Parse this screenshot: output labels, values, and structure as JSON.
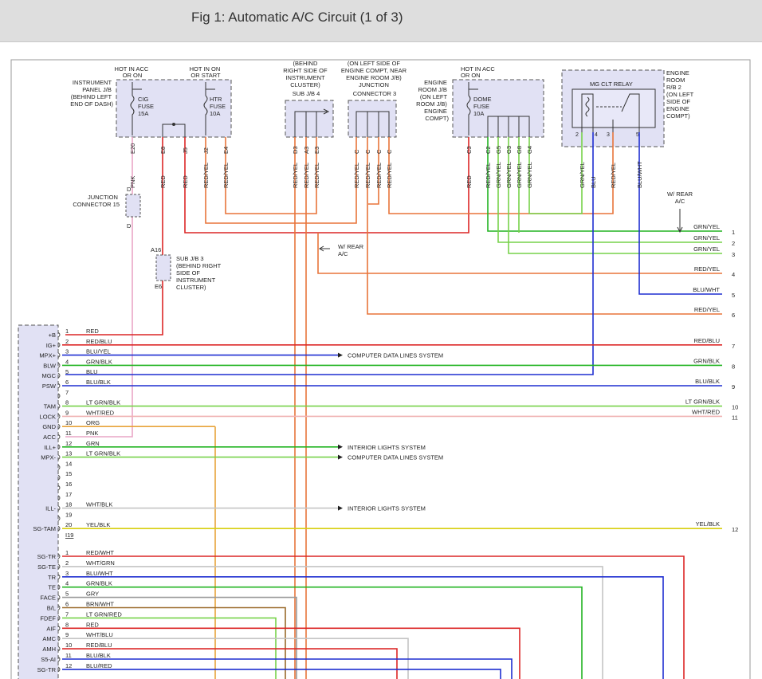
{
  "header": {
    "title": "Fig 1: Automatic A/C Circuit (1 of 3)"
  },
  "colors": {
    "RED": "#dc2626",
    "PNK": "#e9a6c6",
    "ORG": "#e8a33a",
    "GRN": "#22b422",
    "BLU": "#1f2fd1",
    "YEL": "#d8cf10",
    "WHT": "#c4c4c4",
    "GRY": "#9a9a9a",
    "BRN": "#9a6b2b",
    "LTGRN": "#77d24a",
    "BLK": "#1e1e1e",
    "PANEL": "#e1e1f4"
  },
  "top_components": {
    "instrument_panel_jb": [
      "INSTRUMENT",
      "PANEL J/B",
      "(BEHIND LEFT",
      "END OF DASH)"
    ],
    "hot_acc": [
      "HOT IN ACC",
      "OR ON"
    ],
    "hot_start": [
      "HOT IN ON",
      "OR START"
    ],
    "cig_fuse": [
      "CIG",
      "FUSE",
      "15A"
    ],
    "htr_fuse": [
      "HTR",
      "FUSE",
      "10A"
    ],
    "subjb4": [
      "(BEHIND",
      "RIGHT SIDE OF",
      "INSTRUMENT",
      "CLUSTER)",
      "SUB J/B 4"
    ],
    "jc3": [
      "(ON LEFT SIDE OF",
      "ENGINE COMPT, NEAR",
      "ENGINE ROOM J/B)",
      "JUNCTION",
      "CONNECTOR 3"
    ],
    "erjb": [
      "ENGINE",
      "ROOM J/B",
      "(ON LEFT",
      "ROOM J/B)",
      "ENGINE",
      "COMPT)"
    ],
    "hot_acc2": [
      "HOT IN ACC",
      "OR ON"
    ],
    "dome_fuse": [
      "DOME",
      "FUSE",
      "10A"
    ],
    "relay_title": "MG CLT RELAY",
    "rb2": [
      "ENGINE",
      "ROOM",
      "R/B 2",
      "(ON LEFT",
      "SIDE OF",
      "ENGINE",
      "COMPT)"
    ],
    "relay_pins": [
      "2",
      "4",
      "3",
      "5"
    ]
  },
  "pins": [
    {
      "label": "E20",
      "color": "PNK"
    },
    {
      "label": "E8",
      "color": "RED"
    },
    {
      "label": "J5",
      "color": "RED"
    },
    {
      "label": "J2",
      "color": "RED/YEL"
    },
    {
      "label": "E4",
      "color": "RED/YEL"
    },
    {
      "label": "D3",
      "color": "RED/YEL"
    },
    {
      "label": "A3",
      "color": "RED/YEL"
    },
    {
      "label": "E3",
      "color": "RED/YEL"
    },
    {
      "label": "C",
      "color": "RED/YEL"
    },
    {
      "label": "C",
      "color": "RED/YEL"
    },
    {
      "label": "C",
      "color": "RED/YEL"
    },
    {
      "label": "C",
      "color": "RED/YEL"
    },
    {
      "label": "C3",
      "color": "RED"
    },
    {
      "label": "C2",
      "color": "RED/YEL"
    },
    {
      "label": "G5",
      "color": "GRN/YEL"
    },
    {
      "label": "G3",
      "color": "GRN/YEL"
    },
    {
      "label": "G8",
      "color": "GRN/YEL"
    },
    {
      "label": "G4",
      "color": "GRN/YEL"
    },
    {
      "label": "",
      "color": "GRN/YEL"
    },
    {
      "label": "",
      "color": "BLU"
    },
    {
      "label": "",
      "color": "RED/YEL"
    },
    {
      "label": "",
      "color": "BLU/WHT"
    }
  ],
  "left_parts": {
    "jc15": [
      "JUNCTION",
      "CONNECTOR 15"
    ],
    "jc15_pins": [
      "D",
      "D"
    ],
    "subjb3_pins": [
      "A16",
      "E6"
    ],
    "subjb3": [
      "SUB J/B 3",
      "(BEHIND RIGHT",
      "SIDE OF",
      "INSTRUMENT",
      "CLUSTER)"
    ],
    "wrear_mid": [
      "W/ REAR",
      "A/C"
    ],
    "wrear_right": [
      "W/ REAR",
      "A/C"
    ]
  },
  "right_lines": [
    {
      "label": "GRN/YEL",
      "num": "1"
    },
    {
      "label": "GRN/YEL",
      "num": "2"
    },
    {
      "label": "GRN/YEL",
      "num": "3"
    },
    {
      "label": "RED/YEL",
      "num": "4"
    },
    {
      "label": "BLU/WHT",
      "num": "5"
    },
    {
      "label": "RED/YEL",
      "num": "6"
    }
  ],
  "connector1": [
    {
      "pin": "1",
      "name": "+B",
      "wire": "RED",
      "right": "",
      "num": ""
    },
    {
      "pin": "2",
      "name": "IG+",
      "wire": "RED/BLU",
      "right": "RED/BLU",
      "num": "7"
    },
    {
      "pin": "3",
      "name": "MPX+",
      "wire": "BLU/YEL",
      "right": "",
      "num": "",
      "dest": "COMPUTER DATA LINES SYSTEM"
    },
    {
      "pin": "4",
      "name": "BLW",
      "wire": "GRN/BLK",
      "right": "GRN/BLK",
      "num": "8"
    },
    {
      "pin": "5",
      "name": "MGC",
      "wire": "BLU",
      "right": "",
      "num": ""
    },
    {
      "pin": "6",
      "name": "PSW",
      "wire": "BLU/BLK",
      "right": "BLU/BLK",
      "num": "9"
    },
    {
      "pin": "7",
      "name": "",
      "wire": "",
      "right": "",
      "num": ""
    },
    {
      "pin": "8",
      "name": "TAM",
      "wire": "LT GRN/BLK",
      "right": "LT GRN/BLK",
      "num": "10"
    },
    {
      "pin": "9",
      "name": "LOCK",
      "wire": "WHT/RED",
      "right": "WHT/RED",
      "num": "11"
    },
    {
      "pin": "10",
      "name": "GND",
      "wire": "ORG",
      "right": "",
      "num": ""
    },
    {
      "pin": "11",
      "name": "ACC",
      "wire": "PNK",
      "right": "",
      "num": ""
    },
    {
      "pin": "12",
      "name": "ILL+",
      "wire": "GRN",
      "right": "",
      "num": "",
      "dest": "INTERIOR LIGHTS SYSTEM"
    },
    {
      "pin": "13",
      "name": "MPX-",
      "wire": "LT GRN/BLK",
      "right": "",
      "num": "",
      "dest": "COMPUTER DATA LINES SYSTEM"
    },
    {
      "pin": "14",
      "name": "",
      "wire": "",
      "right": "",
      "num": ""
    },
    {
      "pin": "15",
      "name": "",
      "wire": "",
      "right": "",
      "num": ""
    },
    {
      "pin": "16",
      "name": "",
      "wire": "",
      "right": "",
      "num": ""
    },
    {
      "pin": "17",
      "name": "",
      "wire": "",
      "right": "",
      "num": ""
    },
    {
      "pin": "18",
      "name": "ILL-",
      "wire": "WHT/BLK",
      "right": "",
      "num": "",
      "dest": "INTERIOR LIGHTS SYSTEM"
    },
    {
      "pin": "19",
      "name": "",
      "wire": "",
      "right": "",
      "num": ""
    },
    {
      "pin": "20",
      "name": "SG-TAM",
      "wire": "YEL/BLK",
      "right": "YEL/BLK",
      "num": "12"
    }
  ],
  "connector1_id": "I19",
  "connector2": [
    {
      "pin": "1",
      "name": "SG-TR",
      "wire": "RED/WHT"
    },
    {
      "pin": "2",
      "name": "SG-TE",
      "wire": "WHT/GRN"
    },
    {
      "pin": "3",
      "name": "TR",
      "wire": "BLU/WHT"
    },
    {
      "pin": "4",
      "name": "TE",
      "wire": "GRN/BLK"
    },
    {
      "pin": "5",
      "name": "FACE",
      "wire": "GRY"
    },
    {
      "pin": "6",
      "name": "B/L",
      "wire": "BRN/WHT"
    },
    {
      "pin": "7",
      "name": "FDEF",
      "wire": "LT GRN/RED"
    },
    {
      "pin": "8",
      "name": "AIF",
      "wire": "RED"
    },
    {
      "pin": "9",
      "name": "AMC",
      "wire": "WHT/BLU"
    },
    {
      "pin": "10",
      "name": "AMH",
      "wire": "RED/BLU"
    },
    {
      "pin": "11",
      "name": "S5-AI",
      "wire": "BLU/BLK"
    },
    {
      "pin": "12",
      "name": "SG-TR",
      "wire": "BLU/RED"
    }
  ]
}
